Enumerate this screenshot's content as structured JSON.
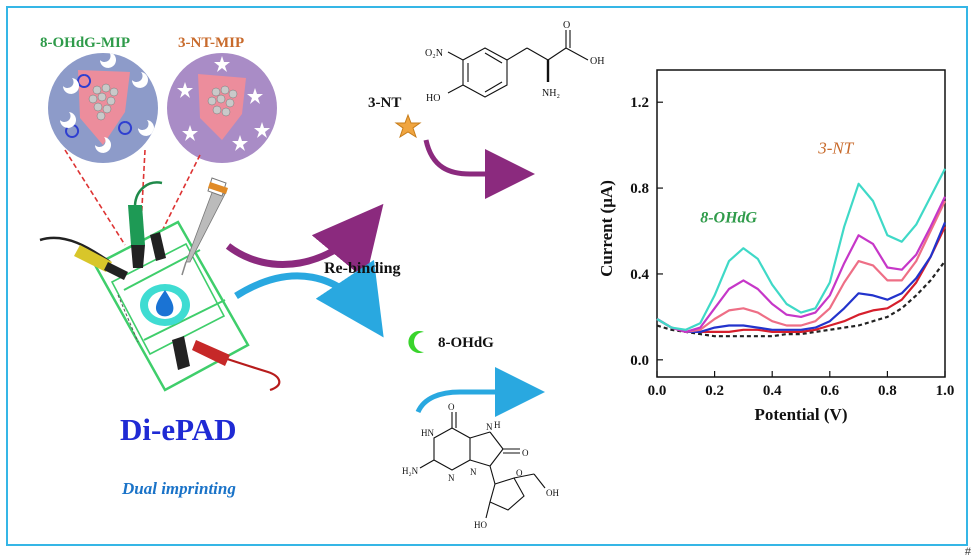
{
  "graphic": {
    "mip_labels": {
      "left": "8-OHdG-MIP",
      "right": "3-NT-MIP"
    },
    "device_title": "Di-ePAD",
    "device_subtitle": "Dual imprinting",
    "analyte_3nt": "3-NT",
    "analyte_8ohdg": "8-OHdG",
    "rebinding_label": "Re-binding",
    "corner_mark": "#",
    "colors": {
      "frame": "#35b6e6",
      "label_8ohdg": "#2f9b4a",
      "label_3nt": "#c86a2b",
      "title": "#1f2ad4",
      "subtitle": "#1a73c8",
      "arrow_purple": "#8b2a7e",
      "arrow_blue": "#29a8e0",
      "moon_green": "#39d42c",
      "star_orange": "#f0a540"
    },
    "structures": {
      "nitrotyrosine": {
        "nitro": "O₂N",
        "hydroxyl": "HO",
        "amine": "NH₂",
        "carbonyl_o": "O",
        "acid": "OH"
      },
      "ohdg": {
        "o_top": "O",
        "nh": "HN",
        "h2n": "H₂N",
        "n_a": "N",
        "n_b": "N",
        "n_c": "N",
        "h": "H",
        "o_right": "O",
        "o_ring": "O",
        "oh_ring": "OH",
        "ho": "HO"
      }
    }
  },
  "chart_data": {
    "type": "line",
    "xlabel": "Potential (V)",
    "ylabel": "Current (µA)",
    "xlim": [
      0.0,
      1.0
    ],
    "ylim": [
      -0.08,
      1.35
    ],
    "x_ticks": [
      "0.0",
      "0.2",
      "0.4",
      "0.6",
      "0.8",
      "1.0"
    ],
    "y_ticks": [
      "0.0",
      "0.4",
      "0.8",
      "1.2"
    ],
    "annotations": [
      {
        "text": "8-OHdG",
        "color": "#2f9b4a"
      },
      {
        "text": "3-NT",
        "color": "#c86a2b"
      }
    ],
    "grid": false,
    "series": [
      {
        "color": "#222222",
        "dashed": true,
        "x": [
          0.0,
          0.05,
          0.1,
          0.15,
          0.2,
          0.25,
          0.3,
          0.35,
          0.4,
          0.45,
          0.5,
          0.55,
          0.6,
          0.65,
          0.7,
          0.75,
          0.8,
          0.85,
          0.9,
          0.95,
          1.0
        ],
        "y": [
          0.16,
          0.14,
          0.13,
          0.12,
          0.11,
          0.11,
          0.11,
          0.11,
          0.11,
          0.12,
          0.12,
          0.13,
          0.14,
          0.15,
          0.16,
          0.18,
          0.2,
          0.24,
          0.3,
          0.37,
          0.46
        ]
      },
      {
        "color": "#d61f2c",
        "dashed": false,
        "x": [
          0.0,
          0.05,
          0.1,
          0.15,
          0.2,
          0.25,
          0.3,
          0.35,
          0.4,
          0.45,
          0.5,
          0.55,
          0.6,
          0.65,
          0.7,
          0.75,
          0.8,
          0.85,
          0.9,
          0.95,
          1.0
        ],
        "y": [
          0.19,
          0.15,
          0.13,
          0.13,
          0.13,
          0.13,
          0.14,
          0.14,
          0.13,
          0.13,
          0.13,
          0.14,
          0.16,
          0.18,
          0.21,
          0.23,
          0.24,
          0.28,
          0.36,
          0.48,
          0.62
        ]
      },
      {
        "color": "#2233cc",
        "dashed": false,
        "x": [
          0.0,
          0.05,
          0.1,
          0.15,
          0.2,
          0.25,
          0.3,
          0.35,
          0.4,
          0.45,
          0.5,
          0.55,
          0.6,
          0.65,
          0.7,
          0.75,
          0.8,
          0.85,
          0.9,
          0.95,
          1.0
        ],
        "y": [
          0.19,
          0.15,
          0.13,
          0.13,
          0.15,
          0.16,
          0.16,
          0.15,
          0.14,
          0.14,
          0.14,
          0.15,
          0.18,
          0.24,
          0.31,
          0.3,
          0.28,
          0.31,
          0.38,
          0.48,
          0.64
        ]
      },
      {
        "color": "#ee6f86",
        "dashed": false,
        "x": [
          0.0,
          0.05,
          0.1,
          0.15,
          0.2,
          0.25,
          0.3,
          0.35,
          0.4,
          0.45,
          0.5,
          0.55,
          0.6,
          0.65,
          0.7,
          0.75,
          0.8,
          0.85,
          0.9,
          0.95,
          1.0
        ],
        "y": [
          0.19,
          0.15,
          0.13,
          0.14,
          0.19,
          0.23,
          0.24,
          0.22,
          0.18,
          0.16,
          0.16,
          0.18,
          0.24,
          0.36,
          0.46,
          0.44,
          0.37,
          0.37,
          0.46,
          0.6,
          0.74
        ]
      },
      {
        "color": "#c637c8",
        "dashed": false,
        "x": [
          0.0,
          0.05,
          0.1,
          0.15,
          0.2,
          0.25,
          0.3,
          0.35,
          0.4,
          0.45,
          0.5,
          0.55,
          0.6,
          0.65,
          0.7,
          0.75,
          0.8,
          0.85,
          0.9,
          0.95,
          1.0
        ],
        "y": [
          0.19,
          0.15,
          0.13,
          0.15,
          0.24,
          0.33,
          0.37,
          0.33,
          0.26,
          0.21,
          0.2,
          0.22,
          0.3,
          0.45,
          0.58,
          0.54,
          0.43,
          0.42,
          0.49,
          0.62,
          0.76
        ]
      },
      {
        "color": "#3fd9c7",
        "dashed": false,
        "x": [
          0.0,
          0.05,
          0.1,
          0.15,
          0.2,
          0.25,
          0.3,
          0.35,
          0.4,
          0.45,
          0.5,
          0.55,
          0.6,
          0.65,
          0.7,
          0.75,
          0.8,
          0.85,
          0.9,
          0.95,
          1.0
        ],
        "y": [
          0.19,
          0.15,
          0.14,
          0.17,
          0.3,
          0.46,
          0.52,
          0.47,
          0.35,
          0.26,
          0.22,
          0.24,
          0.36,
          0.62,
          0.82,
          0.74,
          0.58,
          0.55,
          0.63,
          0.76,
          0.89
        ]
      }
    ]
  }
}
